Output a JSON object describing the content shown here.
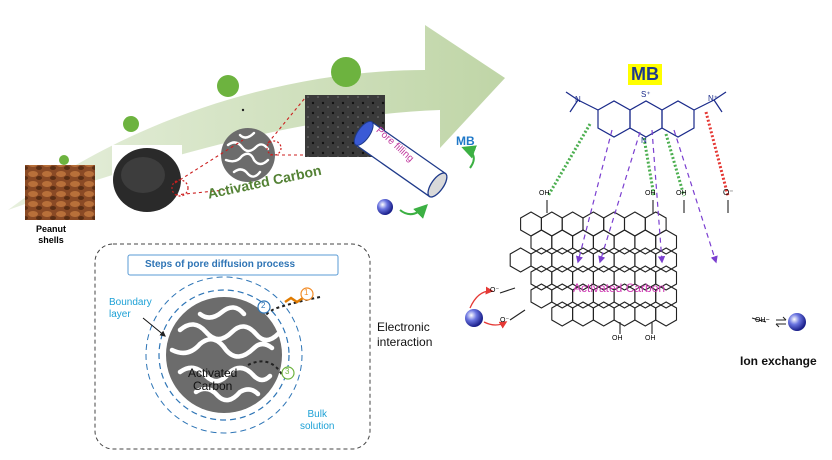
{
  "left_panel": {
    "source_label_line1": "Peanut",
    "source_label_line2": "shells",
    "product_label": "Activated Carbon",
    "pore_label": "Pore filling",
    "mb_label": "MB"
  },
  "diffusion_panel": {
    "title": "Steps of pore diffusion process",
    "boundary_line1": "Boundary",
    "boundary_line2": "layer",
    "particle_line1": "Activated",
    "particle_line2": "Carbon",
    "bulk_line1": "Bulk",
    "bulk_line2": "solution",
    "step1": "1",
    "step2": "2",
    "step3": "3"
  },
  "middle": {
    "interaction_line1": "Electronic",
    "interaction_line2": "interaction"
  },
  "right_panel": {
    "mb_title": "MB",
    "sheet_label": "Activated Carbon",
    "ion_exchange_label": "Ion exchange",
    "oh_label": "OH",
    "o_minus_label": "O⁻",
    "s_plus_label": "S⁺",
    "n_label": "N",
    "n_plus_label": "N⁺",
    "oh_ion_label": "OH−"
  },
  "colors": {
    "arrow_green": "#c9dcb4",
    "dot_green": "#6db33f",
    "title_highlight": "#ffff00",
    "mb_blue": "#1f78c8",
    "carbon_label_green": "#548235",
    "sheet_label_magenta": "#d03cb4",
    "pore_text_magenta": "#c0389e",
    "panel_title_blue": "#2e74b5",
    "cyan_text": "#1da1d6",
    "hydrogen_bond_green": "#4caf50",
    "pi_purple": "#7b3fd0",
    "ionic_red": "#e53935"
  }
}
